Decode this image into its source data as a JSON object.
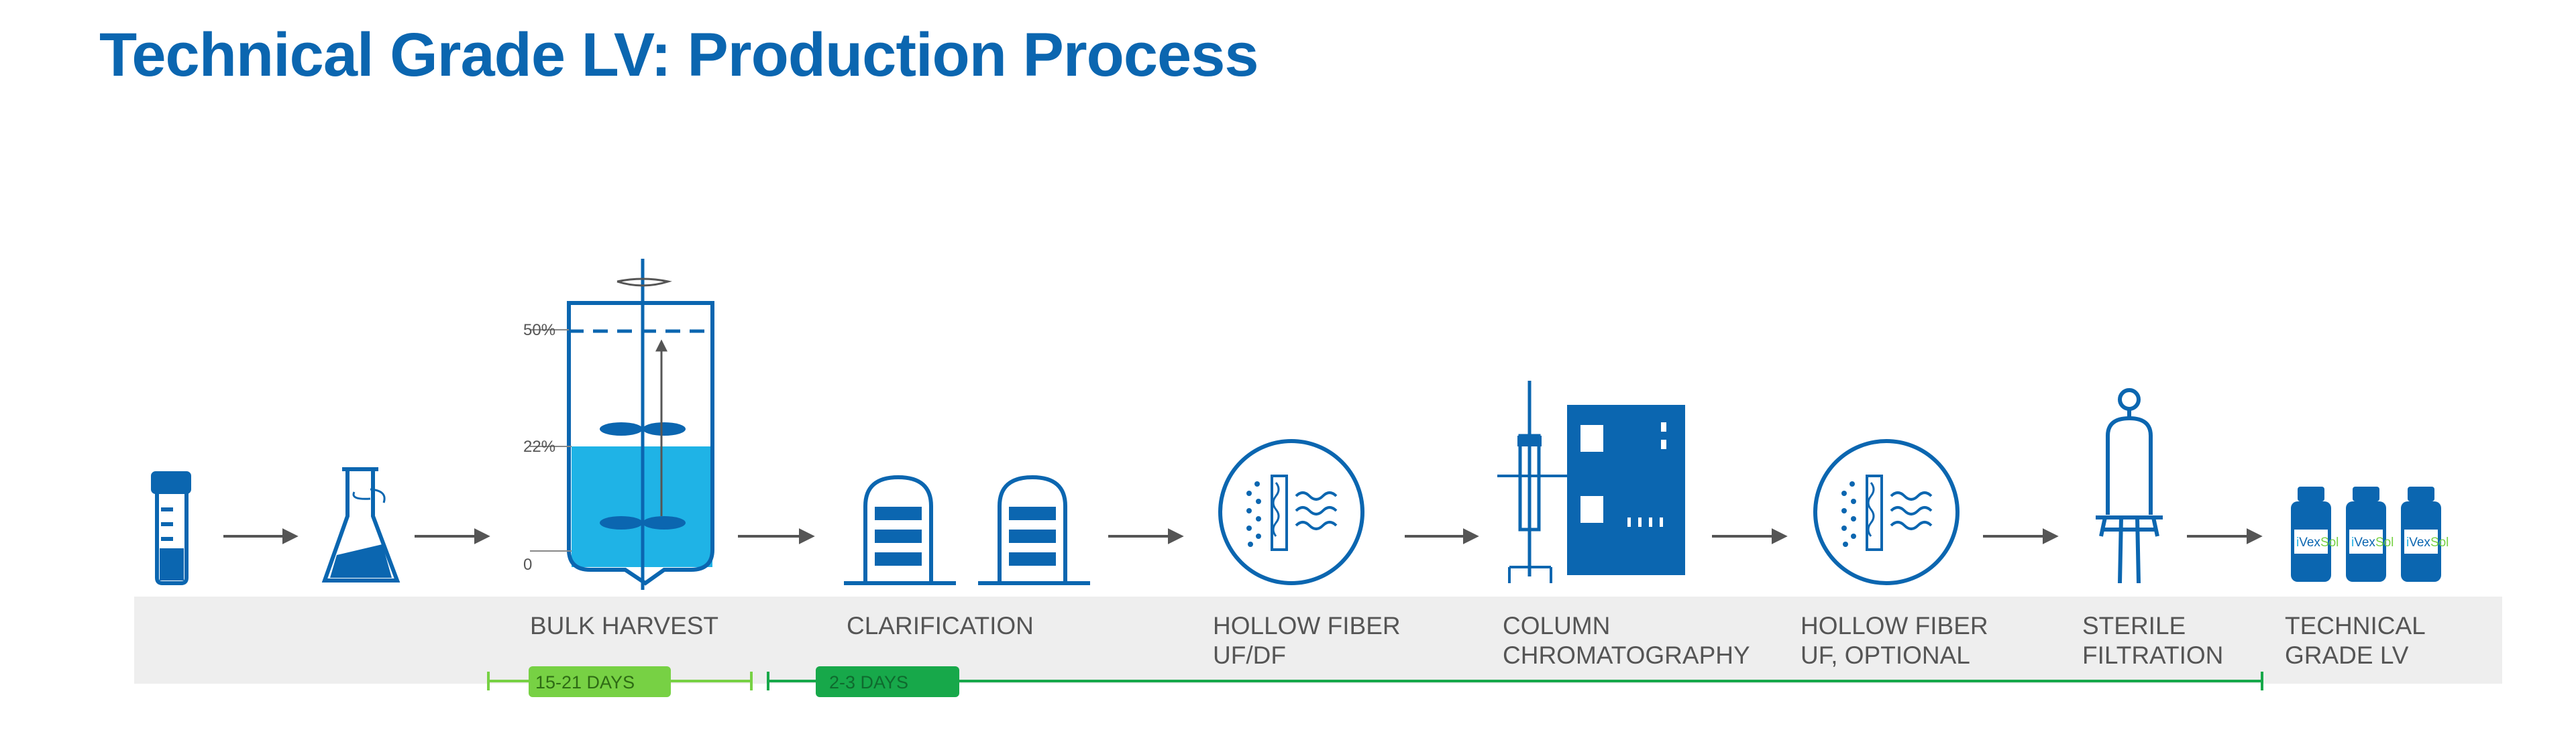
{
  "title": "Technical Grade LV: Production Process",
  "steps": [
    {
      "line1": "BULK HARVEST",
      "line2": ""
    },
    {
      "line1": "CLARIFICATION",
      "line2": ""
    },
    {
      "line1": "HOLLOW FIBER",
      "line2": "UF/DF"
    },
    {
      "line1": "COLUMN",
      "line2": "CHROMATOGRAPHY"
    },
    {
      "line1": "HOLLOW FIBER",
      "line2": "UF, OPTIONAL"
    },
    {
      "line1": "STERILE",
      "line2": "FILTRATION"
    },
    {
      "line1": "TECHNICAL",
      "line2": "GRADE LV"
    }
  ],
  "bioreactor": {
    "level_high": "50%",
    "level_mid": "22%",
    "level_zero": "0"
  },
  "timeline": {
    "phase1": "15-21 DAYS",
    "phase2": "2-3 DAYS"
  },
  "vial_brand": {
    "part1": "i",
    "part2": "Vex",
    "part3": "Sol"
  },
  "icons": [
    "culture-tube-icon",
    "shake-flask-icon",
    "bioreactor-icon",
    "depth-filter-icon",
    "hollow-fiber-icon",
    "chromatography-system-icon",
    "hollow-fiber-icon",
    "sterile-filter-icon",
    "vial-icon"
  ],
  "colors": {
    "primary": "#0b66b0",
    "light_blue": "#1fb3e6",
    "band": "#eeeeee",
    "green_light": "#77d144",
    "green_dark": "#17a84a"
  }
}
